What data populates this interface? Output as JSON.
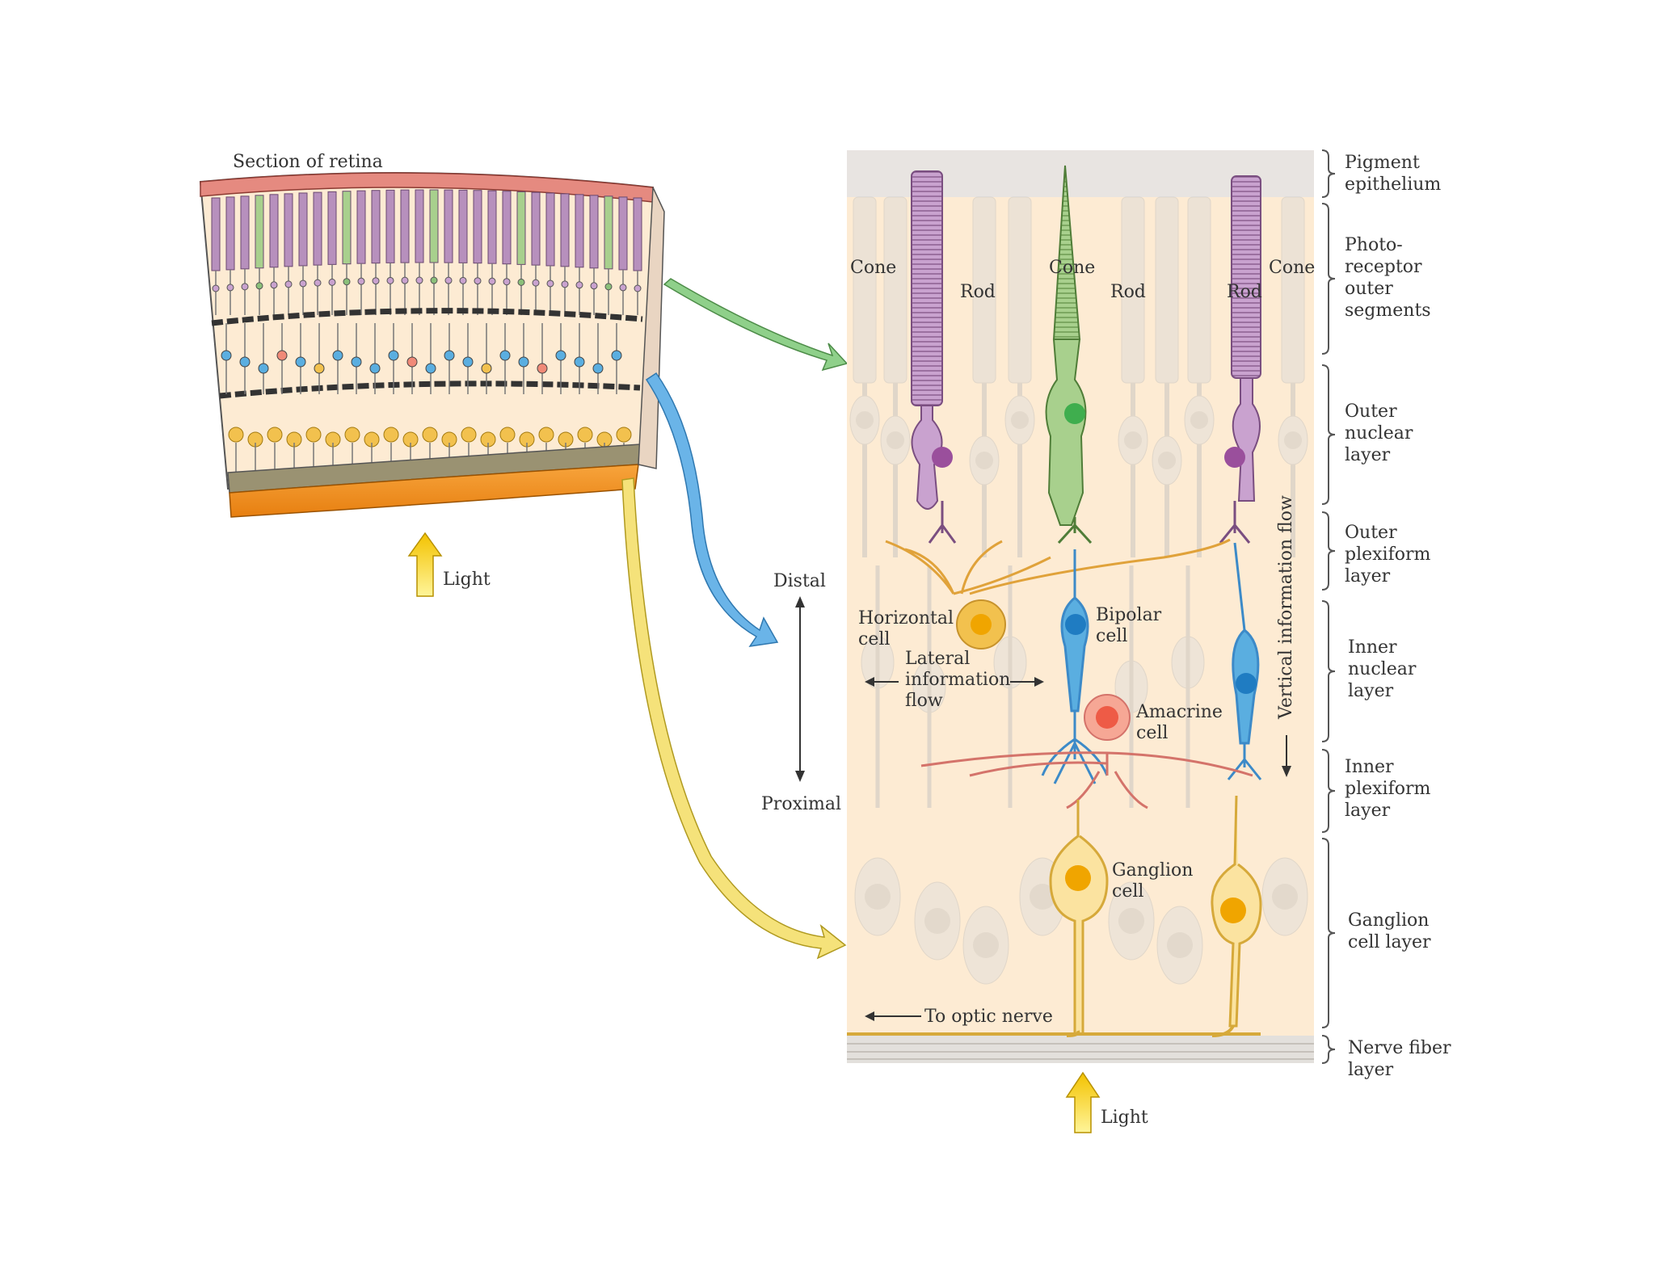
{
  "section_title": "Section of retina",
  "light_left": "Light",
  "light_bottom": "Light",
  "distal": "Distal",
  "proximal": "Proximal",
  "cell_labels": {
    "cone_1": "Cone",
    "rod_1": "Rod",
    "cone_2": "Cone",
    "rod_2": "Rod",
    "rod_3": "Rod",
    "cone_3": "Cone",
    "horizontal": [
      "Horizontal",
      "cell"
    ],
    "bipolar": [
      "Bipolar",
      "cell"
    ],
    "amacrine": [
      "Amacrine",
      "cell"
    ],
    "ganglion": [
      "Ganglion",
      "cell"
    ]
  },
  "lateral_flow": [
    "Lateral",
    "information",
    "flow"
  ],
  "vertical_flow": "Vertical information flow",
  "optic_nerve": "To optic nerve",
  "layers": [
    {
      "lines": [
        "Pigment",
        "epithelium"
      ]
    },
    {
      "lines": [
        "Photo-",
        "receptor",
        "outer",
        "segments"
      ]
    },
    {
      "lines": [
        "Outer",
        "nuclear",
        "layer"
      ]
    },
    {
      "lines": [
        "Outer",
        "plexiform",
        "layer"
      ]
    },
    {
      "lines": [
        "Inner",
        "nuclear",
        "layer"
      ]
    },
    {
      "lines": [
        "Inner",
        "plexiform",
        "layer"
      ]
    },
    {
      "lines": [
        "Ganglion",
        "cell layer"
      ]
    },
    {
      "lines": [
        "Nerve fiber",
        "layer"
      ]
    }
  ],
  "colors": {
    "rod": "#c9a2cf",
    "cone": "#a8d08d",
    "bipolar": "#5aaee0",
    "horizontal": "#f2c14e",
    "amacrine": "#f08a78",
    "ganglion": "#f2c14e",
    "background": "#fdebd3",
    "arrow_green": "#8fd08a",
    "arrow_blue": "#6ab4e8",
    "arrow_yellow": "#f5e27a",
    "light_arrow": "#f7d31c"
  }
}
